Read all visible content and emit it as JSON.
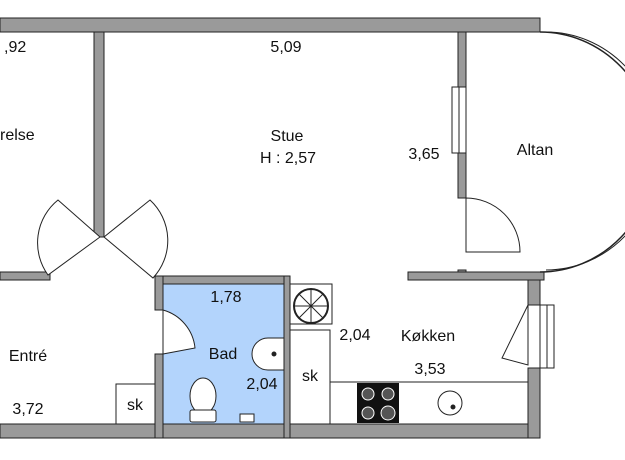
{
  "colors": {
    "wall": "#9a9a9a",
    "wall_stroke": "#222222",
    "bathroom": "#b3d4fc",
    "line": "#222222",
    "background": "#ffffff"
  },
  "rooms": {
    "left_top_dimension": ",92",
    "left_top_name": "relse",
    "stue_name": "Stue",
    "stue_height": "H : 2,57",
    "stue_width": "5,09",
    "stue_depth": "3,65",
    "altan_name": "Altan",
    "entre_name": "Entré",
    "entre_dimension": "3,72",
    "bad_name": "Bad",
    "bad_width": "1,78",
    "bad_depth": "2,04",
    "kokken_name": "Køkken",
    "kokken_depth": "2,04",
    "kokken_width": "3,53"
  },
  "fixtures": {
    "closet_entre": "sk",
    "closet_kitchen": "sk"
  },
  "icons": [
    "sink-icon",
    "toilet-icon",
    "stove-icon",
    "ventilation-fan-icon",
    "faucet-icon"
  ]
}
